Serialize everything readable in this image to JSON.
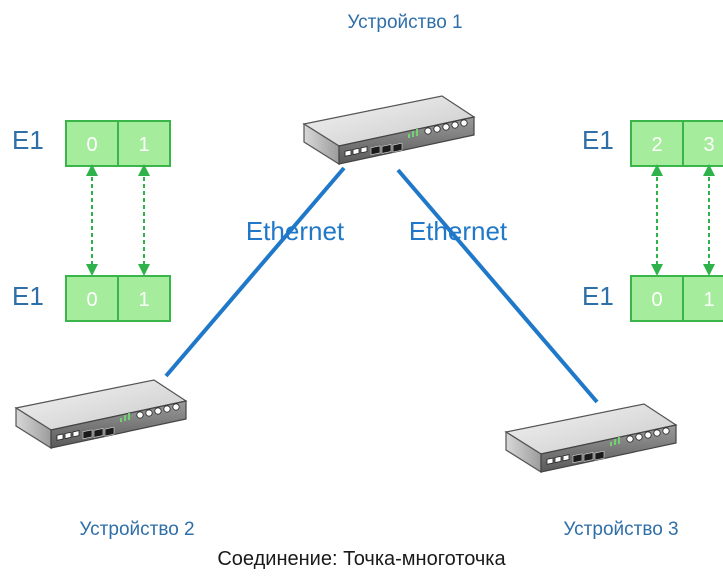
{
  "devices": [
    {
      "label": "Устройство 1"
    },
    {
      "label": "Устройство 2"
    },
    {
      "label": "Устройство 3"
    }
  ],
  "links": [
    {
      "label": "Ethernet"
    },
    {
      "label": "Ethernet"
    }
  ],
  "e1_groups": {
    "left": {
      "top": {
        "label": "E1",
        "cells": [
          "0",
          "1"
        ]
      },
      "bottom": {
        "label": "E1",
        "cells": [
          "0",
          "1"
        ]
      }
    },
    "right": {
      "top": {
        "label": "E1",
        "cells": [
          "2",
          "3"
        ]
      },
      "bottom": {
        "label": "E1",
        "cells": [
          "0",
          "1"
        ]
      }
    }
  },
  "caption": "Соединение: Точка-многоточка",
  "colors": {
    "link": "#1f78c8",
    "e1_fill": "#a5ec9c",
    "e1_border": "#39b54a",
    "e1_arrow": "#2db34a",
    "label_blue": "#2f6fa8"
  }
}
